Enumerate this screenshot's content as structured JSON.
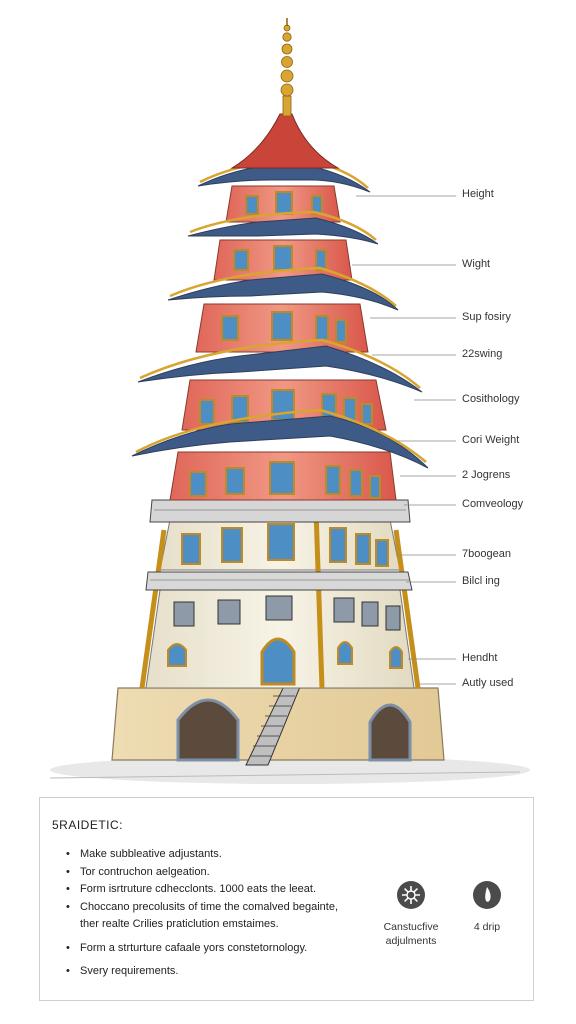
{
  "callouts": [
    "Height",
    "Wight",
    "Sup fosiry",
    "22swing",
    "Cosithology",
    "Cori Weight",
    "2 Jogrens",
    "Comveology",
    "7boogean",
    "Bilcl ing",
    "Hendht",
    "Autly used"
  ],
  "panel": {
    "title": "5RAIDETIC:",
    "bullets": [
      {
        "text": "Make subbleative adjustants.",
        "dot": true
      },
      {
        "text": "Tor contruchon aelgeation.",
        "dot": true
      },
      {
        "text": "Form isrtruture cdhecclonts.  1000 eats the leeat.",
        "dot": true
      },
      {
        "text": "Choccano precolusits of time the comalved begainte,",
        "dot": true
      },
      {
        "text": "ther realte Crilies praticlution emstaimes.",
        "dot": false
      },
      {
        "text": "Form a strturture cafaale yors constetornology.",
        "dot": true
      },
      {
        "text": "Svery requirements.",
        "dot": true
      }
    ],
    "icon1": {
      "name": "gear-icon",
      "caption_line1": "Canstucfive",
      "caption_line2": "adjulments"
    },
    "icon2": {
      "name": "drop-icon",
      "caption": "4 drip"
    }
  },
  "colors": {
    "roof_red": "#c9453a",
    "roof_blue": "#3e5a86",
    "gold": "#d9a531",
    "wall_cream": "#f1ecd9",
    "base_sand": "#e8d4a8",
    "window_blue": "#4d8fc4",
    "icon_dark": "#4b4b4b"
  }
}
